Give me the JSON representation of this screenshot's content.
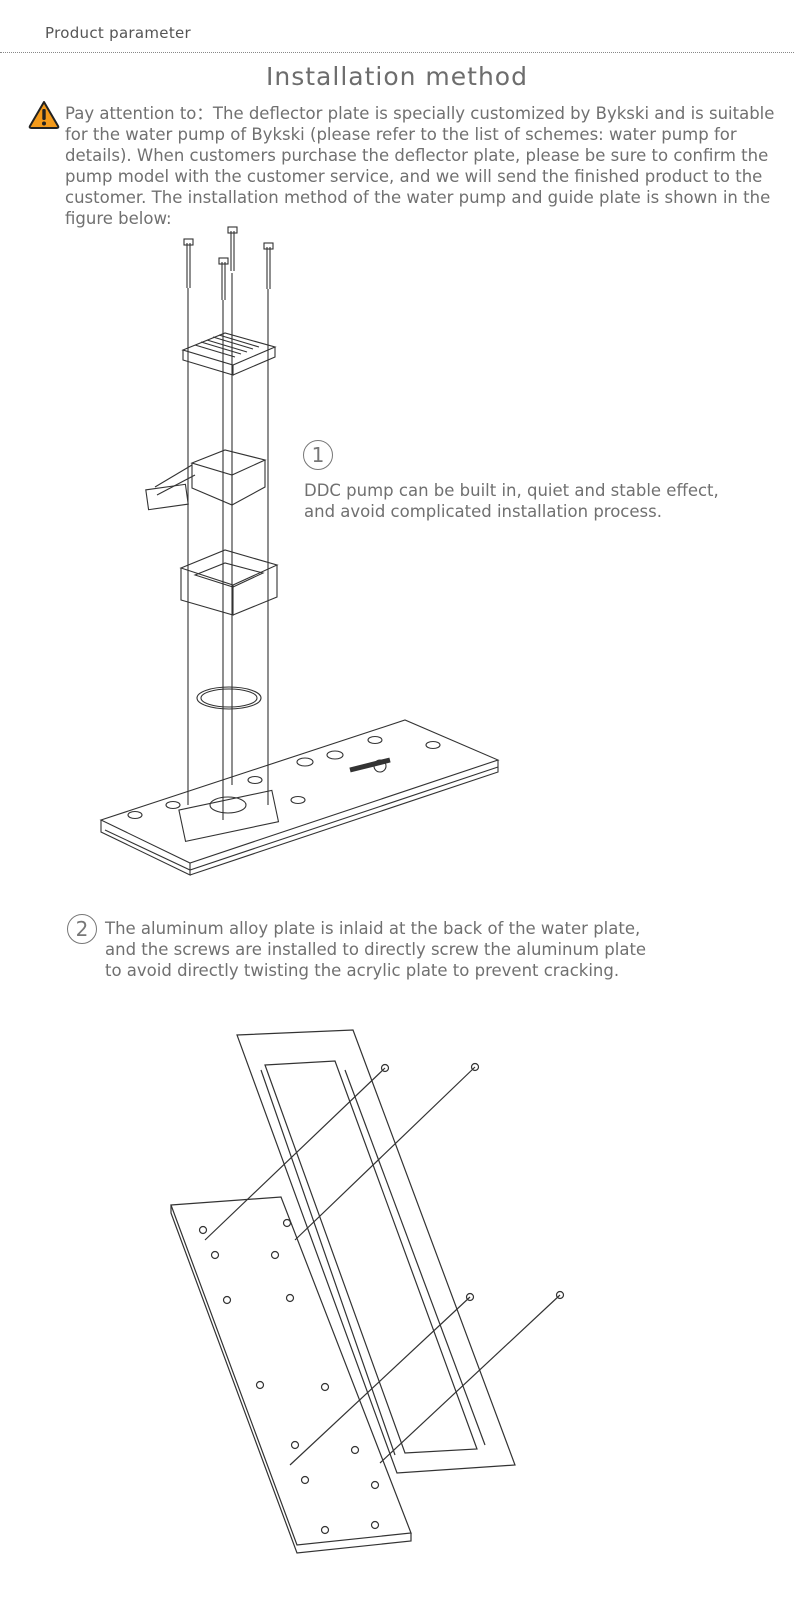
{
  "header": {
    "label": "Product parameter"
  },
  "title": "Installation method",
  "notice": {
    "icon": "warning-icon",
    "text": "Pay attention to：The deflector plate is specially customized by Bykski and is suitable for the water pump of Bykski (please refer to the list of schemes: water pump for details). When customers purchase the deflector plate, please be sure to confirm the pump model with the customer service, and we will send the finished product to the customer. The installation method of the water pump and guide plate is shown in the figure below:"
  },
  "steps": [
    {
      "number": "1",
      "text": "DDC pump can be built in, quiet and stable effect, and avoid complicated installation process."
    },
    {
      "number": "2",
      "text": "The aluminum alloy plate is inlaid at the back of the water plate, and the screws are installed to directly screw the aluminum plate to avoid directly twisting the acrylic plate to prevent cracking."
    }
  ],
  "colors": {
    "warning": "#f39a1b",
    "text": "#707070",
    "line": "#333333"
  }
}
